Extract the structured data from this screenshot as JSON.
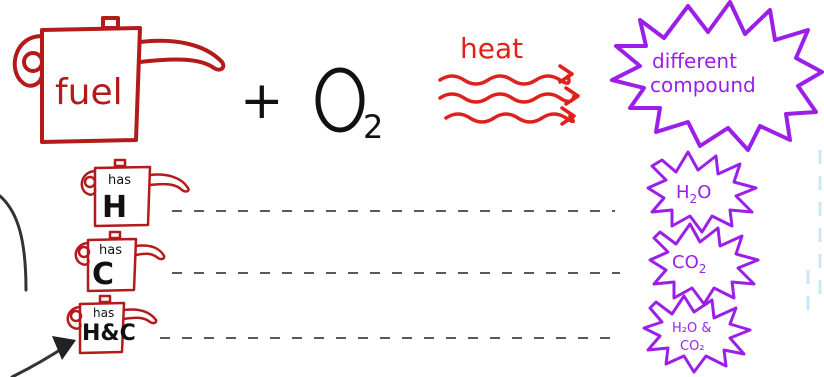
{
  "colors": {
    "fuel": "#b31b1b",
    "oxygen": "#111111",
    "heat": "#e0201c",
    "compound": "#9b1fe8",
    "dash": "#222222",
    "arrow": "#333333",
    "faint": "#cde6f5"
  },
  "equation": {
    "fuel_label": "fuel",
    "plus": "+",
    "oxygen_letter": "O",
    "oxygen_subscript": "2",
    "heat_label": "heat",
    "result_label_line1": "different",
    "result_label_line2": "compound"
  },
  "rows": [
    {
      "can_caption": "has",
      "element": "H",
      "product": "H",
      "product_sub": "2",
      "product_tail": "O"
    },
    {
      "can_caption": "has",
      "element": "C",
      "product": "CO",
      "product_sub": "2",
      "product_tail": ""
    },
    {
      "can_caption": "has",
      "element": "H&C",
      "product_line1": "H₂O &",
      "product_line2": "CO₂"
    }
  ]
}
